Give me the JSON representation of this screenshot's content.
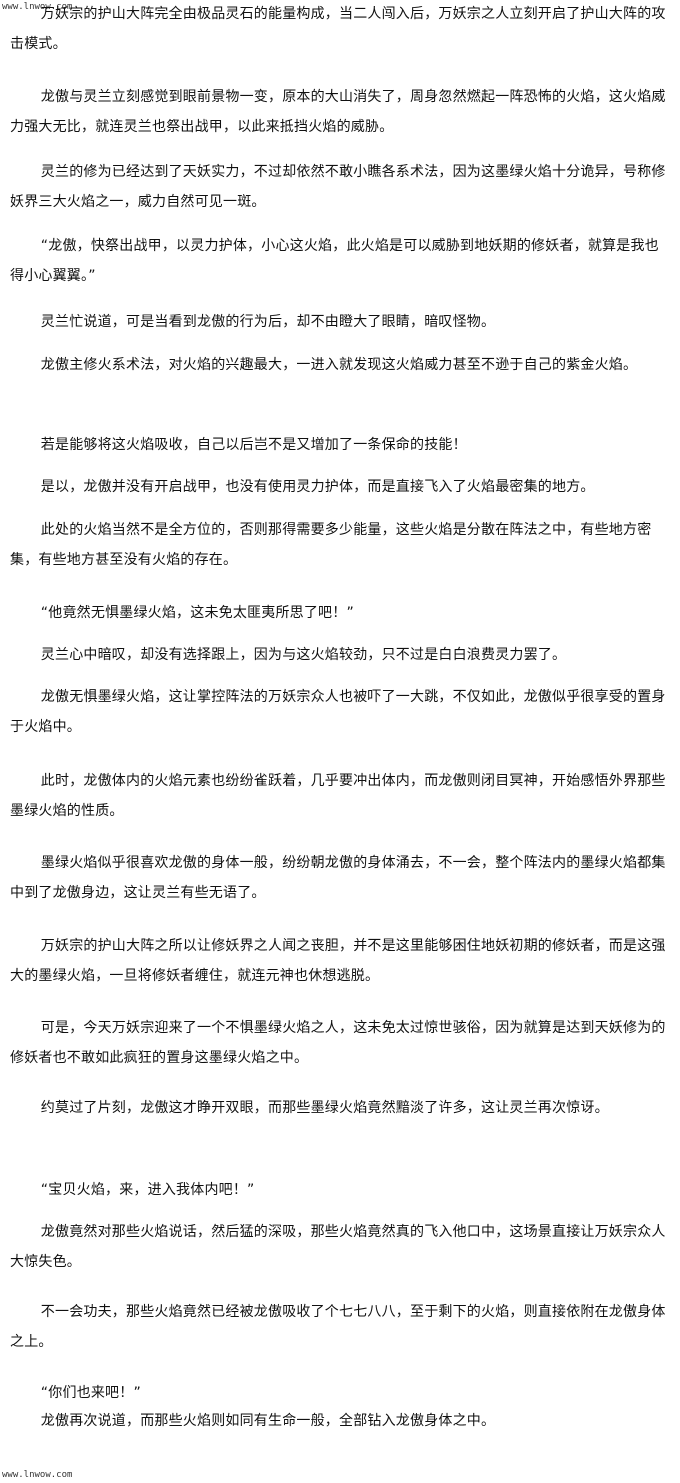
{
  "watermark_top": "www.lnwow.com",
  "watermark_bottom": "www.lnwow.com",
  "paragraphs": [
    "万妖宗的护山大阵完全由极品灵石的能量构成，当二人闯入后，万妖宗之人立刻开启了护山大阵的攻击模式。",
    "龙傲与灵兰立刻感觉到眼前景物一变，原本的大山消失了，周身忽然燃起一阵恐怖的火焰，这火焰威力强大无比，就连灵兰也祭出战甲，以此来抵挡火焰的威胁。",
    "灵兰的修为已经达到了天妖实力，不过却依然不敢小瞧各系术法，因为这墨绿火焰十分诡异，号称修妖界三大火焰之一，威力自然可见一斑。",
    "“龙傲，快祭出战甲，以灵力护体，小心这火焰，此火焰是可以威胁到地妖期的修妖者，就算是我也得小心翼翼。”",
    "灵兰忙说道，可是当看到龙傲的行为后，却不由瞪大了眼睛，暗叹怪物。",
    "龙傲主修火系术法，对火焰的兴趣最大，一进入就发现这火焰威力甚至不逊于自己的紫金火焰。",
    "若是能够将这火焰吸收，自己以后岂不是又增加了一条保命的技能！",
    "是以，龙傲并没有开启战甲，也没有使用灵力护体，而是直接飞入了火焰最密集的地方。",
    "此处的火焰当然不是全方位的，否则那得需要多少能量，这些火焰是分散在阵法之中，有些地方密集，有些地方甚至没有火焰的存在。",
    "“他竟然无惧墨绿火焰，这未免太匪夷所思了吧！”",
    "灵兰心中暗叹，却没有选择跟上，因为与这火焰较劲，只不过是白白浪费灵力罢了。",
    "龙傲无惧墨绿火焰，这让掌控阵法的万妖宗众人也被吓了一大跳，不仅如此，龙傲似乎很享受的置身于火焰中。",
    "此时，龙傲体内的火焰元素也纷纷雀跃着，几乎要冲出体内，而龙傲则闭目冥神，开始感悟外界那些墨绿火焰的性质。",
    "墨绿火焰似乎很喜欢龙傲的身体一般，纷纷朝龙傲的身体涌去，不一会，整个阵法内的墨绿火焰都集中到了龙傲身边，这让灵兰有些无语了。",
    "万妖宗的护山大阵之所以让修妖界之人闻之丧胆，并不是这里能够困住地妖初期的修妖者，而是这强大的墨绿火焰，一旦将修妖者缠住，就连元神也休想逃脱。",
    "可是，今天万妖宗迎来了一个不惧墨绿火焰之人，这未免太过惊世骇俗，因为就算是达到天妖修为的修妖者也不敢如此疯狂的置身这墨绿火焰之中。",
    "约莫过了片刻，龙傲这才睁开双眼，而那些墨绿火焰竟然黯淡了许多，这让灵兰再次惊讶。",
    "“宝贝火焰，来，进入我体内吧！”",
    "龙傲竟然对那些火焰说话，然后猛的深吸，那些火焰竟然真的飞入他口中，这场景直接让万妖宗众人大惊失色。",
    "不一会功夫，那些火焰竟然已经被龙傲吸收了个七七八八，至于剩下的火焰，则直接依附在龙傲身体之上。",
    "“你们也来吧！”",
    "龙傲再次说道，而那些火焰则如同有生命一般，全部钻入龙傲身体之中。"
  ]
}
